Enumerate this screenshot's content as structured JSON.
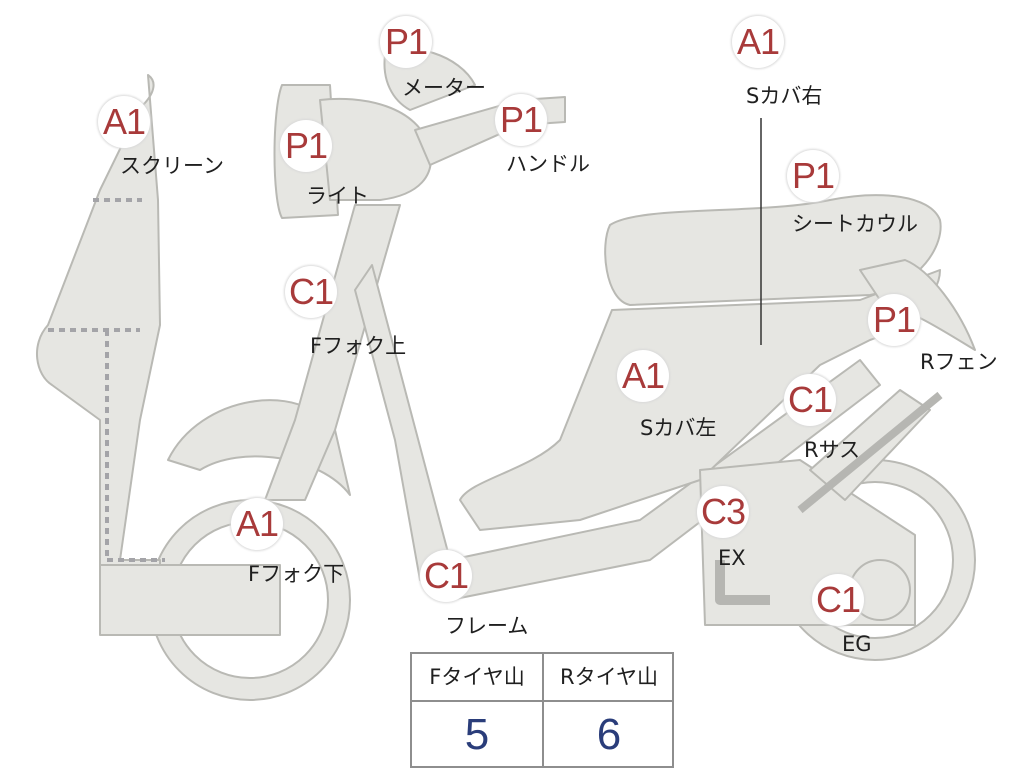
{
  "parts": [
    {
      "id": "screen",
      "grade": "A1",
      "label": "スクリーン"
    },
    {
      "id": "meter",
      "grade": "P1",
      "label": "メーター"
    },
    {
      "id": "light",
      "grade": "P1",
      "label": "ライト"
    },
    {
      "id": "handle",
      "grade": "P1",
      "label": "ハンドル"
    },
    {
      "id": "scover-r",
      "grade": "A1",
      "label": "Sカバ右"
    },
    {
      "id": "seat-cowl",
      "grade": "P1",
      "label": "シートカウル"
    },
    {
      "id": "ffork-up",
      "grade": "C1",
      "label": "Fフォク上"
    },
    {
      "id": "rfender",
      "grade": "P1",
      "label": "Rフェン"
    },
    {
      "id": "scover-l",
      "grade": "A1",
      "label": "Sカバ左"
    },
    {
      "id": "rsus",
      "grade": "C1",
      "label": "Rサス"
    },
    {
      "id": "ffork-low",
      "grade": "A1",
      "label": "Fフォク下"
    },
    {
      "id": "ex",
      "grade": "C3",
      "label": "EX"
    },
    {
      "id": "frame",
      "grade": "C1",
      "label": "フレーム"
    },
    {
      "id": "eg",
      "grade": "C1",
      "label": "EG"
    }
  ],
  "tread": {
    "front_label": "Fタイヤ山",
    "rear_label": "Rタイヤ山",
    "front_value": "5",
    "rear_value": "6"
  },
  "colors": {
    "body_fill": "#e6e6e2",
    "outline": "#b9b9b4",
    "grade_text": "#a83a3a",
    "value_text": "#2a3d7a"
  }
}
